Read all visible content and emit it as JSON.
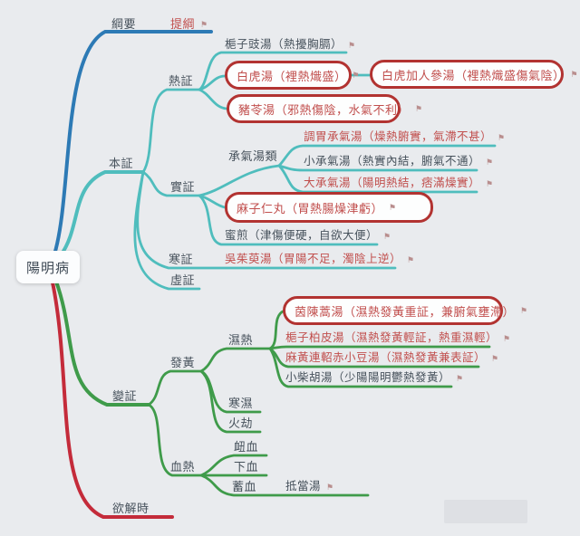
{
  "colors": {
    "background": "#e9ebee",
    "blue_branch": "#2d7ab5",
    "teal_branch": "#4fbdbd",
    "green_branch": "#3f9b4a",
    "red_branch": "#c42b3a",
    "box_border": "#b23331",
    "red_text": "#c14f4d",
    "dark_text": "#47525c"
  },
  "icons": {
    "flag": "⚑"
  },
  "root": {
    "label": "陽明病"
  },
  "gangyao": {
    "label": "綱要",
    "tigang": "提綱"
  },
  "benzheng": {
    "label": "本証",
    "rezheng": {
      "label": "熱証",
      "zhizidouchi": "梔子豉湯（熱擾胸膈）",
      "baihu": "白虎湯（裡熱熾盛）",
      "baihujiarenshen": "白虎加人參湯（裡熱熾盛傷氣陰）",
      "zhuling": "豬苓湯（邪熱傷陰，水氣不利）"
    },
    "shizheng": {
      "label": "實証",
      "chengqitanglei": "承氣湯類",
      "tiaowei": "調胃承氣湯（燥熱腑實，氣滯不甚）",
      "xiaochengqi": "小承氣湯（熱實內結，腑氣不通）",
      "dachengqi": "大承氣湯（陽明熱結，痞滿燥實）",
      "maziren": "麻子仁丸（胃熱腸燥津虧）",
      "mijian": "蜜煎（津傷便硬，自欲大便）"
    },
    "hanzheng": {
      "label": "寒証",
      "wuzhuyu": "吳茱萸湯（胃陽不足，濁陰上逆）"
    },
    "xuzheng": {
      "label": "虛証"
    }
  },
  "bianzheng": {
    "label": "變証",
    "fahuang": {
      "label": "發黃",
      "shire": {
        "label": "濕熱",
        "yinchenhao": "茵陳蒿湯（濕熱發黃重証，兼腑氣壅滯）",
        "zhizibaipi": "梔子柏皮湯（濕熱發黃輕証，熱重濕輕）",
        "mahuanglianyao": "麻黃連軺赤小豆湯（濕熱發黃兼表証）",
        "xiaochaihu": "小柴胡湯（少陽陽明鬱熱發黃）"
      },
      "hanshi": {
        "label": "寒濕"
      },
      "huojie": {
        "label": "火劫"
      }
    },
    "xuere": {
      "label": "血熱",
      "nuxue": "衄血",
      "xiaxue": "下血",
      "xuxue": {
        "label": "蓄血",
        "didang": "抵當湯"
      }
    }
  },
  "yujieshi": {
    "label": "欲解時"
  }
}
